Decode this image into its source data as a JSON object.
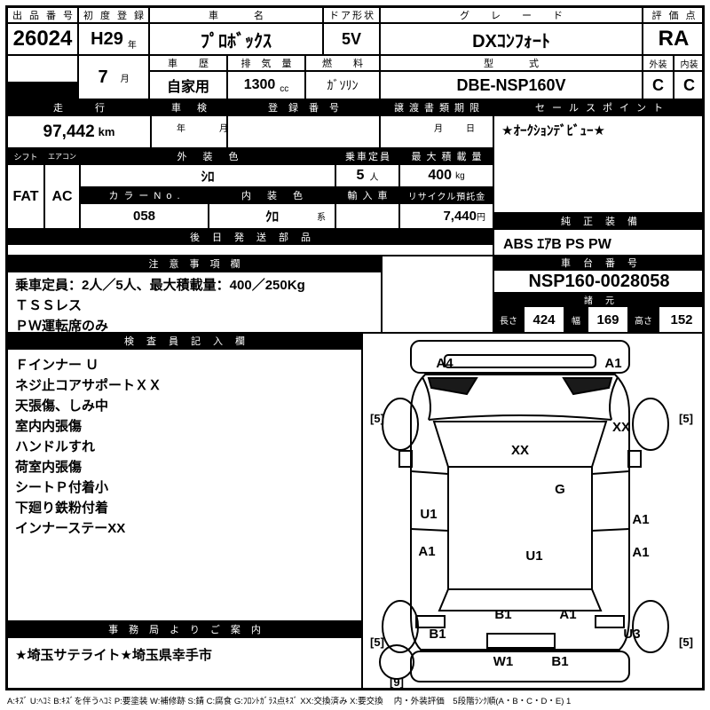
{
  "header": {
    "lot": {
      "label": "出品番号",
      "value": "26024"
    },
    "first_reg": {
      "label": "初度登録",
      "year": "H29",
      "year_unit": "年",
      "month": "7",
      "month_unit": "月"
    },
    "car_name": {
      "label": "車名",
      "value": "ﾌﾟﾛﾎﾞｯｸｽ"
    },
    "door": {
      "label": "ドア形状",
      "value": "5V"
    },
    "grade": {
      "label": "グレード",
      "value": "DXｺﾝﾌｫｰﾄ"
    },
    "score": {
      "label": "評価点",
      "value": "RA"
    },
    "history": {
      "label": "車歴",
      "value": "自家用"
    },
    "displacement": {
      "label": "排気量",
      "value": "1300",
      "unit": "cc"
    },
    "fuel": {
      "label": "燃料",
      "value": "ｶﾞｿﾘﾝ"
    },
    "model": {
      "label": "型式",
      "value": "DBE-NSP160V"
    },
    "exterior": {
      "label": "外装",
      "value": "C"
    },
    "interior": {
      "label": "内装",
      "value": "C"
    }
  },
  "row2": {
    "mileage": {
      "label": "走行",
      "value": "97,442",
      "unit": "km"
    },
    "inspection": {
      "label": "車検",
      "value": "年　月"
    },
    "registration": {
      "label": "登録番号",
      "value": ""
    },
    "transfer": {
      "label": "譲渡書類期限",
      "value": "月　日"
    },
    "sales_point": {
      "label": "セールスポイント",
      "value": "★ｵｰｸｼｮﾝﾃﾞﾋﾞｭｰ★"
    }
  },
  "row3": {
    "shift": {
      "label": "シフト",
      "value": "FAT"
    },
    "aircon": {
      "label": "エアコン",
      "value": "AC"
    },
    "ext_color": {
      "label": "外装色",
      "value": "ｼﾛ"
    },
    "capacity": {
      "label": "乗車定員",
      "value": "5",
      "unit": "人"
    },
    "max_load": {
      "label": "最大積載量",
      "value": "400",
      "unit": "kg"
    },
    "color_no": {
      "label": "カラーNo.",
      "value": "058"
    },
    "int_color": {
      "label": "内装色",
      "value": "ｸﾛ",
      "suffix": "系"
    },
    "import_car": {
      "label": "輸入車",
      "value": ""
    },
    "recycle": {
      "label": "リサイクル預託金",
      "value": "7,440",
      "unit": "円"
    },
    "later_parts": {
      "label": "後日発送部品",
      "value": ""
    },
    "equipment": {
      "label": "純正装備",
      "value": "ABS ｴｱB PS PW"
    }
  },
  "notes": {
    "label": "注意事項欄",
    "line1": "乗車定員：2人／5人、最大積載量：400／250Kg",
    "line2": "ＴＳＳレス",
    "line3": "ＰＷ運転席のみ"
  },
  "chassis": {
    "label": "車台番号",
    "value": "NSP160-0028058"
  },
  "spec": {
    "label": "諸元",
    "length_label": "長さ",
    "length": "424",
    "width_label": "幅",
    "width": "169",
    "height_label": "高さ",
    "height": "152"
  },
  "inspector": {
    "label": "検査員記入欄",
    "line1": "Ｆインナー Ｕ",
    "line2": "ネジ止コアサポートＸＸ",
    "line3": "天張傷、しみ中",
    "line4": "室内内張傷",
    "line5": "ハンドルすれ",
    "line6": "荷室内張傷",
    "line7": "シートＰ付着小",
    "line8": "下廻り鉄粉付着",
    "line9": "インナーステーXX"
  },
  "office": {
    "label": "事務局よりご案内",
    "value": "★埼玉サテライト★埼玉県幸手市"
  },
  "diagram": {
    "labels": {
      "a4_front_bumper_left": "A4",
      "a1_front_bumper_right": "A1",
      "tire_front_left": "[5]",
      "tire_front_right": "[5]",
      "xx_cowl_right": "XX",
      "xx_windshield": "XX",
      "g_roof_front": "G",
      "u1_front_door_left": "U1",
      "a1_front_door_right": "A1",
      "a1_rear_door_left": "A1",
      "u1_roof_center": "U1",
      "a1_rear_door_right": "A1",
      "b1_rear_gate_left": "B1",
      "a1_rear_gate_right": "A1",
      "u3_rear_fender_right": "U3",
      "b1_rear_fender_left": "B1",
      "tire_rear_left": "[5]",
      "tire_rear_right": "[5]",
      "w1_rear_bumper_left": "W1",
      "b1_rear_bumper_center": "B1",
      "spare_tire": "[9]"
    }
  },
  "legend": "A:ｷｽﾞ U:ﾍｺﾐ B:ｷｽﾞを伴うﾍｺﾐ P:要塗装 W:補修跡 S:錆 C:腐食 G:ﾌﾛﾝﾄｶﾞﾗｽ点ｷｽﾞ XX:交換済み X:要交換　 内・外装評価　5段階ﾗﾝｸ順(A・B・C・D・E) 1"
}
